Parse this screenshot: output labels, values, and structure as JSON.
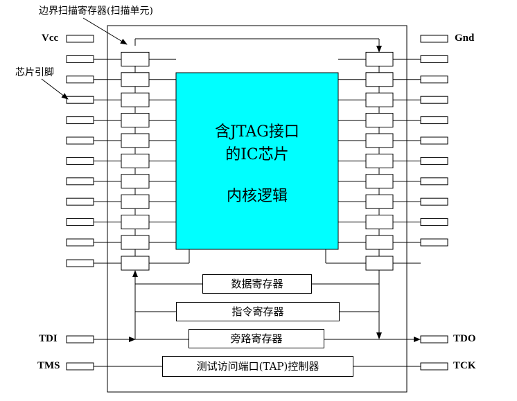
{
  "labels": {
    "boundary_scan": "边界扫描寄存器(扫描单元)",
    "chip_pin": "芯片引脚",
    "vcc": "Vcc",
    "gnd": "Gnd",
    "tdi": "TDI",
    "tdo": "TDO",
    "tms": "TMS",
    "tck": "TCK"
  },
  "core": {
    "line1": "含JTAG接口",
    "line2": "的IC芯片",
    "line3": "内核逻辑",
    "fill": "#00ffff"
  },
  "registers": {
    "data": "数据寄存器",
    "instruction": "指令寄存器",
    "bypass": "旁路寄存器",
    "tap": "测试访问端口(TAP)控制器"
  }
}
